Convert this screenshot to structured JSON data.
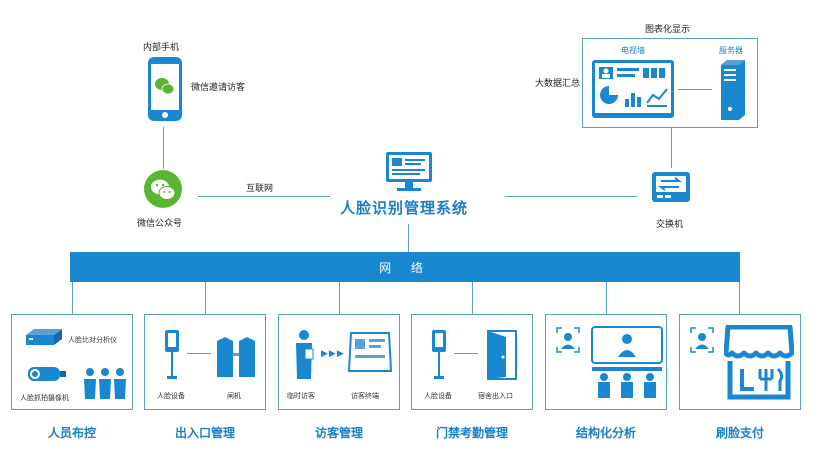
{
  "top": {
    "phone_title": "内部手机",
    "phone_label": "微信邀请访客",
    "wechat_label": "微信公众号",
    "internet_label": "互联网",
    "system_title": "人脸识别管理系统",
    "display_title": "图表化显示",
    "tv_wall_label": "电视墙",
    "server_label": "服务器",
    "bigdata_label": "大数据汇总",
    "switch_label": "交换机"
  },
  "network_label": "网 络",
  "boxes": {
    "b1": {
      "title": "人员布控",
      "device1": "人脸比对分析仪",
      "device2": "人脸抓拍摄像机"
    },
    "b2": {
      "title": "出入口管理",
      "device1": "人脸设备",
      "device2": "闸机"
    },
    "b3": {
      "title": "访客管理",
      "device1": "临时访客",
      "device2": "访客终端"
    },
    "b4": {
      "title": "门禁考勤管理",
      "device1": "人脸设备",
      "device2": "宿舍出入口"
    },
    "b5": {
      "title": "结构化分析"
    },
    "b6": {
      "title": "刷脸支付"
    }
  },
  "colors": {
    "primary": "#1a88d0",
    "line": "#5aa0d6",
    "wechat": "#5cb531"
  }
}
